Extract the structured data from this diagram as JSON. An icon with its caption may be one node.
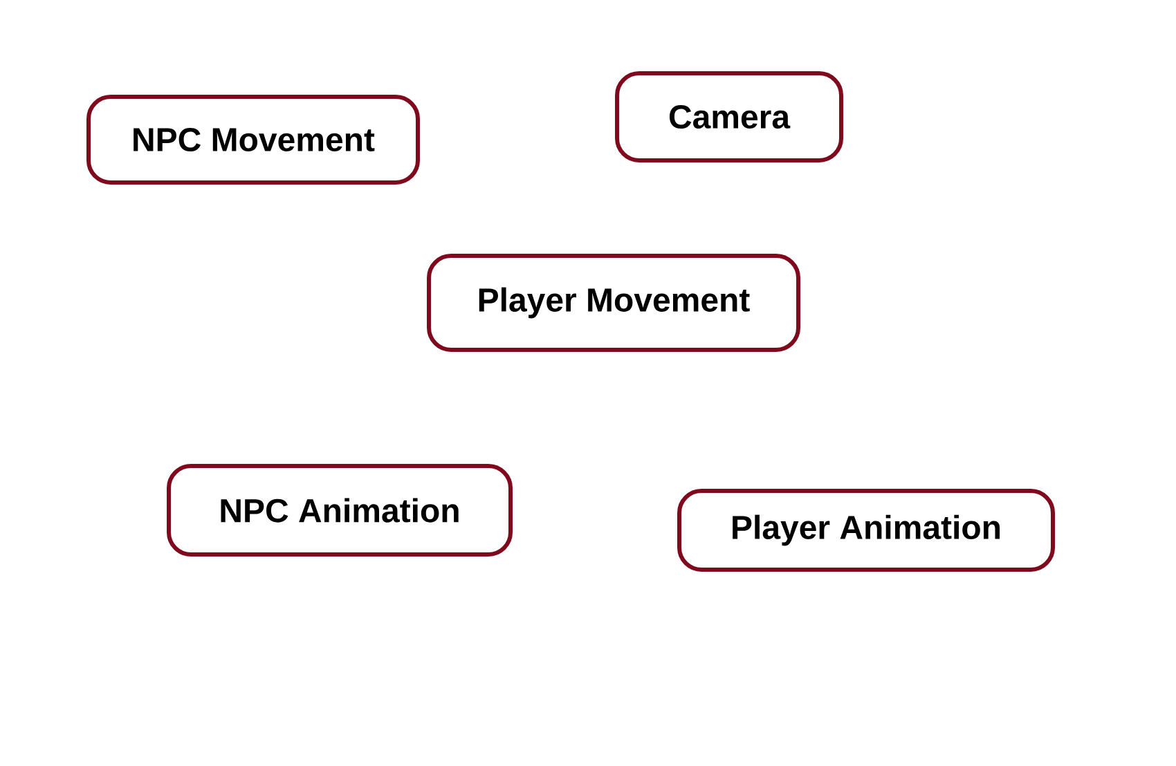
{
  "diagram": {
    "nodes": [
      {
        "text": [
          "NPC Movement"
        ]
      },
      {
        "text": [
          "Camera"
        ]
      },
      {
        "text": [
          "Player Movement"
        ]
      },
      {
        "text": [
          "NPC Animation"
        ]
      },
      {
        "text": [
          "Player Animation"
        ]
      }
    ]
  }
}
